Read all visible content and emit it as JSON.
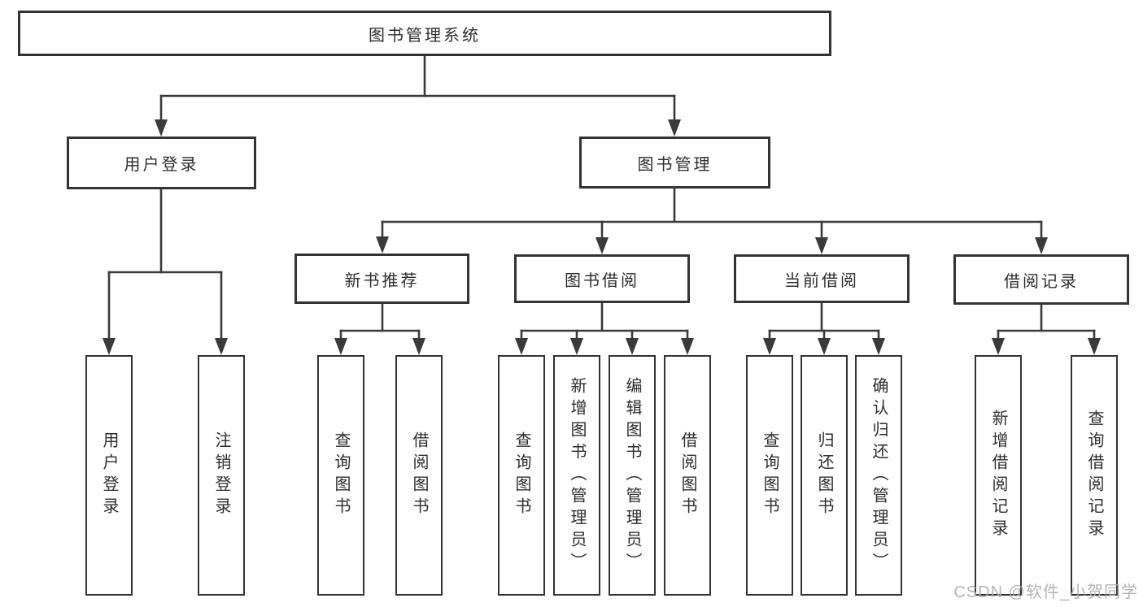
{
  "tree": {
    "root": "图书管理系统",
    "branches": [
      {
        "label": "用户登录",
        "children": [
          "用户登录",
          "注销登录"
        ]
      },
      {
        "label": "图书管理",
        "children": [
          {
            "label": "新书推荐",
            "children": [
              "查询图书",
              "借阅图书"
            ]
          },
          {
            "label": "图书借阅",
            "children": [
              "查询图书",
              "新增图书（管理员）",
              "编辑图书（管理员）",
              "借阅图书"
            ]
          },
          {
            "label": "当前借阅",
            "children": [
              "查询图书",
              "归还图书",
              "确认归还（管理员）"
            ]
          },
          {
            "label": "借阅记录",
            "children": [
              "新增借阅记录",
              "查询借阅记录"
            ]
          }
        ]
      }
    ]
  },
  "watermark": "CSDN @软件_小贺同学",
  "colors": {
    "line": "#3a3a3a",
    "box_border": "#333333",
    "text": "#2d2d2d",
    "watermark": "#adadad",
    "background": "#ffffff"
  }
}
